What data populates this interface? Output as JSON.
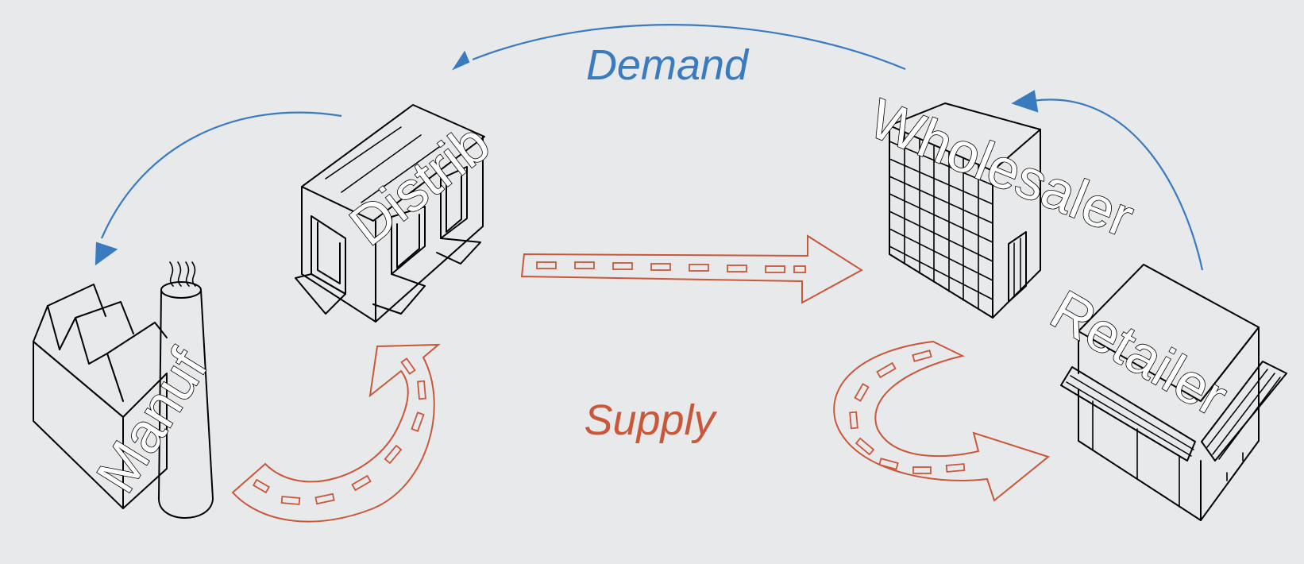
{
  "labels": {
    "demand": "Demand",
    "supply": "Supply",
    "manufacturer": "Manuf",
    "distributor": "Distrib",
    "wholesaler": "Wholesaler",
    "retailer": "Retailer"
  },
  "colors": {
    "background": "#e8e9eb",
    "demand": "#3a7abf",
    "supply": "#c9573a",
    "building_stroke": "#000000"
  },
  "icons": [
    "factory-icon",
    "warehouse-icon",
    "office-building-icon",
    "store-icon",
    "road-arrow-icon",
    "curved-arrow-icon"
  ]
}
